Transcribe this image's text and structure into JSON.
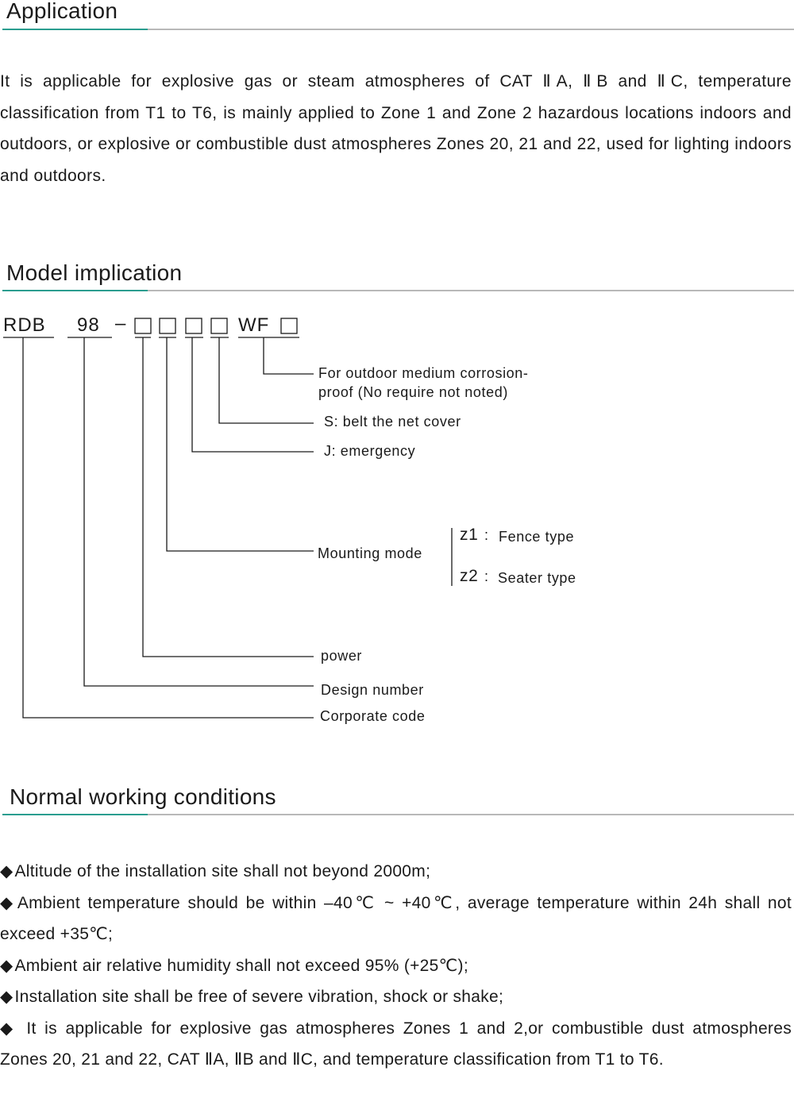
{
  "application": {
    "title": "Application",
    "body": "It is applicable for explosive gas or steam atmospheres of CAT ⅡA, ⅡB and ⅡC, temperature classification from T1 to T6, is mainly applied to Zone 1 and Zone 2 hazardous locations indoors and outdoors, or explosive or combustible dust atmospheres Zones 20, 21 and 22, used for lighting indoors and outdoors."
  },
  "model": {
    "title": "Model implication",
    "code": {
      "prefix": "RDB",
      "number": "98",
      "dash": "–",
      "suffix": "WF"
    },
    "labels": {
      "outdoor_line1": "For outdoor medium corrosion-",
      "outdoor_line2": "proof (No require not noted)",
      "net_cover": "S: belt the net cover",
      "emergency": "J: emergency",
      "mounting": "Mounting mode",
      "z1_code": "z1",
      "z1_text": "Fence type",
      "z2_code": "z2",
      "z2_text": "Seater type",
      "power": "power",
      "design": "Design number",
      "corporate": "Corporate code"
    }
  },
  "conditions": {
    "title": "Normal working conditions",
    "bullet_symbol": "◆",
    "items": [
      "Altitude of the installation site shall not beyond 2000m;",
      "Ambient temperature should be within –40℃ ~ +40℃, average temperature within 24h shall not exceed +35℃;",
      "Ambient air relative humidity shall not exceed 95% (+25℃);",
      "Installation site shall be free of severe vibration, shock or shake;",
      " It is applicable for explosive gas atmospheres Zones 1 and 2,or combustible dust atmospheres Zones 20, 21 and 22, CAT ⅡA, ⅡB and ⅡC, and temperature classification from T1 to T6."
    ]
  },
  "colors": {
    "accent": "#2a9d8f",
    "rule": "#b8b8b8",
    "text": "#1a1a1a"
  }
}
